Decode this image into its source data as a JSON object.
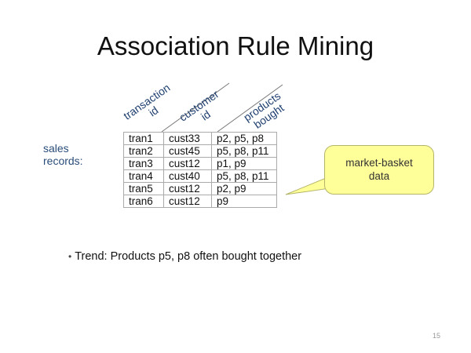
{
  "slide": {
    "title": "Association Rule Mining",
    "side_label_line1": "sales",
    "side_label_line2": "records:",
    "column_headers": [
      {
        "line1": "transaction",
        "line2": "id"
      },
      {
        "line1": "customer",
        "line2": "id"
      },
      {
        "line1": "products",
        "line2": "bought"
      }
    ],
    "rows": [
      [
        "tran1",
        "cust33",
        "p2, p5, p8"
      ],
      [
        "tran2",
        "cust45",
        "p5, p8, p11"
      ],
      [
        "tran3",
        "cust12",
        "p1, p9"
      ],
      [
        "tran4",
        "cust40",
        "p5, p8, p11"
      ],
      [
        "tran5",
        "cust12",
        "p2, p9"
      ],
      [
        "tran6",
        "cust12",
        "p9"
      ]
    ],
    "callout_line1": "market-basket",
    "callout_line2": "data",
    "bullet_text": "Trend: Products p5, p8 often bought together",
    "bullet_icon": "bullet-dot",
    "page_number": "15"
  }
}
